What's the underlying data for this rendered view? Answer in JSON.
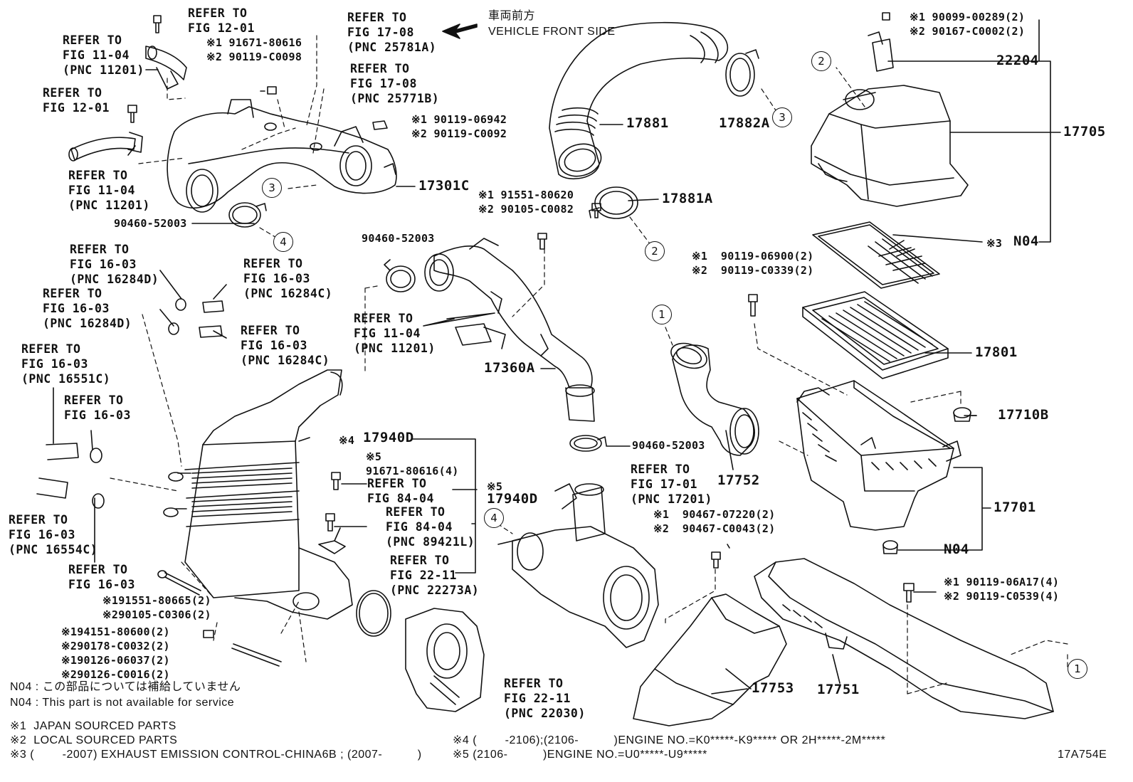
{
  "refs": {
    "r1": "REFER TO\nFIG 12-01",
    "r2": "REFER TO\nFIG 11-04\n(PNC 11201)",
    "r3": "REFER TO\nFIG 12-01",
    "r4": "REFER TO\nFIG 11-04\n(PNC 11201)",
    "r5": "REFER TO\nFIG 17-08\n(PNC 25781A)",
    "r6": "REFER TO\nFIG 17-08\n(PNC 25771B)",
    "r7": "REFER TO\nFIG 16-03\n(PNC 16284D)",
    "r8": "REFER TO\nFIG 16-03\n(PNC 16284C)",
    "r9": "REFER TO\nFIG 16-03\n(PNC 16284D)",
    "r10": "REFER TO\nFIG 16-03\n(PNC 16284C)",
    "r11": "REFER TO\nFIG 11-04\n(PNC 11201)",
    "r12": "REFER TO\nFIG 16-03\n(PNC 16551C)",
    "r13": "REFER TO\nFIG 16-03",
    "r14": "REFER TO\nFIG 16-03\n(PNC 16554C)",
    "r15": "REFER TO\nFIG 16-03",
    "r16": "REFER TO\nFIG 84-04",
    "r17": "REFER TO\nFIG 84-04\n(PNC 89421L)",
    "r18": "REFER TO\nFIG 22-11\n(PNC 22273A)",
    "r19": "REFER TO\nFIG 17-01\n(PNC 17201)",
    "r20": "REFER TO\nFIG 22-11\n(PNC 22030)"
  },
  "vehicle_front": "車両前方\nVEHICLE FRONT SIDE",
  "parts": {
    "p17881": "17881",
    "p17882A": "17882A",
    "p22204": "22204",
    "p17705": "17705",
    "p17301C": "17301C",
    "p17881A": "17881A",
    "pN04a": "N04",
    "p17801": "17801",
    "p17710B": "17710B",
    "p17360A": "17360A",
    "p17940Da": "17940D",
    "p17940Db": "17940D",
    "p17752": "17752",
    "p17701": "17701",
    "pN04b": "N04",
    "p17753": "17753",
    "p17751": "17751",
    "p90460a": "90460-52003",
    "p90460b": "90460-52003",
    "p90460c": "90460-52003"
  },
  "fasteners": {
    "f1": "※1 91671-80616\n※2 90119-C0098",
    "f2": "※1 90119-06942\n※2 90119-C0092",
    "f3": "※1 90099-00289(2)\n※2 90167-C0002(2)",
    "f4": "※1 91551-80620\n※2 90105-C0082",
    "f5": "※1  90119-06900(2)\n※2  90119-C0339(2)",
    "f6": "※4",
    "f7": "※5\n91671-80616(4)",
    "f8": "※5",
    "f9": "※1  90467-07220(2)\n※2  90467-C0043(2)",
    "f10": "※1 90119-06A17(4)\n※2 90119-C0539(4)",
    "f11": "※191551-80665(2)\n※290105-C0306(2)",
    "f12": "※194151-80600(2)\n※290178-C0032(2)\n※190126-06037(2)\n※290126-C0016(2)",
    "f13": "※3"
  },
  "circles": [
    "1",
    "1",
    "2",
    "2",
    "3",
    "3",
    "4",
    "4"
  ],
  "notes": {
    "n1": "N04 : この部品については補給していません",
    "n2": "N04 : This part is not available for service",
    "n3": "※1  JAPAN SOURCED PARTS",
    "n4": "※2  LOCAL SOURCED PARTS",
    "n5": "※3 (        -2007) EXHAUST EMISSION CONTROL-CHINA6B ; (2007-          )",
    "n6": "※4 (        -2106);(2106-          )ENGINE NO.=K0*****-K9***** OR 2H*****-2M*****",
    "n7": "※5 (2106-          )ENGINE NO.=U0*****-U9*****",
    "code": "17A754E"
  }
}
